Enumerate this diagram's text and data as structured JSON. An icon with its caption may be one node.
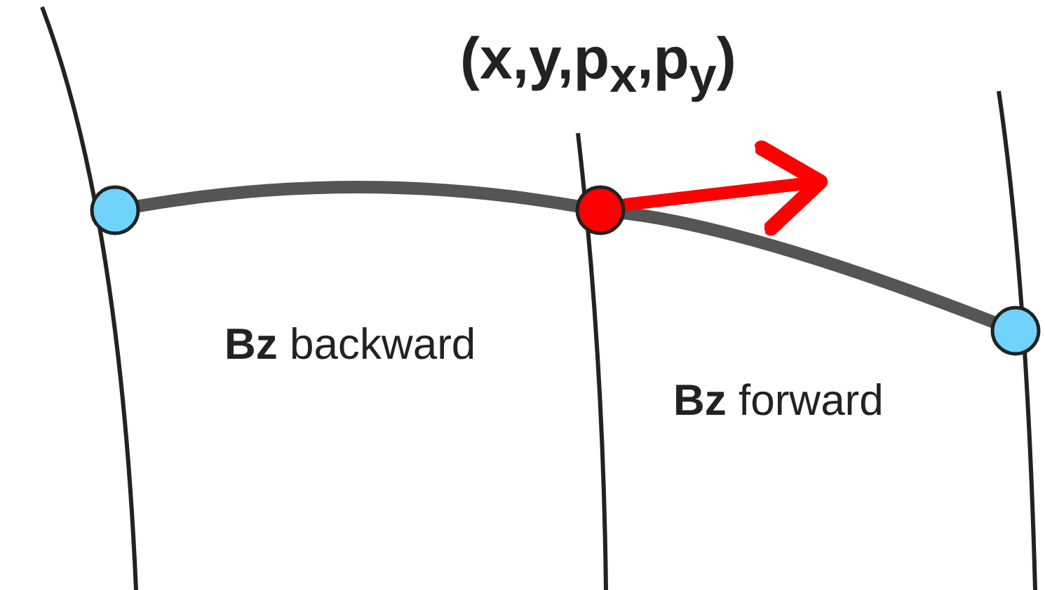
{
  "diagram": {
    "nodes": [
      {
        "text": [],
        "shape": "circle"
      },
      {
        "text": [],
        "shape": "circle"
      },
      {
        "text": [],
        "shape": "circle"
      }
    ],
    "edges": [
      {
        "from": 0,
        "to": 1,
        "arrow": "none"
      },
      {
        "from": 1,
        "to": 2,
        "arrow": "none"
      }
    ],
    "labels": [
      "(x,y,p$_{x}$,p$_{y}$)",
      "**Bz** backward",
      "**Bz** forward"
    ]
  }
}
